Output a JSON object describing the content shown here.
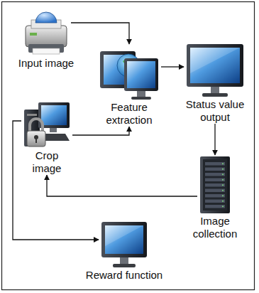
{
  "diagram": {
    "nodes": [
      {
        "text": [
          "Input image"
        ]
      },
      {
        "text": [
          "Feature extraction"
        ]
      },
      {
        "text": [
          "Status value output"
        ]
      },
      {
        "text": [
          "Crop image"
        ]
      },
      {
        "text": [
          "Image collection"
        ]
      },
      {
        "text": [
          "Reward function"
        ]
      }
    ],
    "edges": [
      {
        "from": 0,
        "to": 1,
        "arrow": "to"
      },
      {
        "from": 1,
        "to": 2,
        "arrow": "to"
      },
      {
        "from": 2,
        "to": 4,
        "arrow": "to"
      },
      {
        "from": 4,
        "to": 3,
        "arrow": "to"
      },
      {
        "from": 3,
        "to": 1,
        "arrow": "to"
      },
      {
        "from": 3,
        "to": 5,
        "arrow": "to"
      }
    ]
  }
}
